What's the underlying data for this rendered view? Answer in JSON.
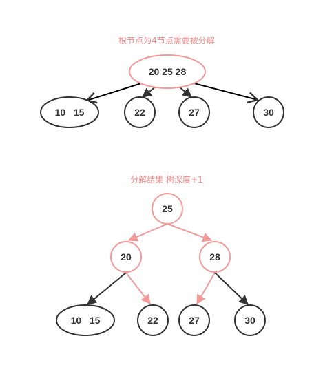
{
  "colors": {
    "pink": "#f29a9a",
    "dark": "#333333",
    "caption": "#f08a8a"
  },
  "top": {
    "caption": "根节点为4节点需要被分解",
    "root": {
      "label": "20 25 28"
    },
    "children": [
      {
        "label": "10   15"
      },
      {
        "label": "22"
      },
      {
        "label": "27"
      },
      {
        "label": "30"
      }
    ]
  },
  "bottom": {
    "caption": "分解结果 树深度+1",
    "root": {
      "label": "25"
    },
    "mid": [
      {
        "label": "20"
      },
      {
        "label": "28"
      }
    ],
    "leaves": [
      {
        "label": "10   15"
      },
      {
        "label": "22"
      },
      {
        "label": "27"
      },
      {
        "label": "30"
      }
    ]
  }
}
